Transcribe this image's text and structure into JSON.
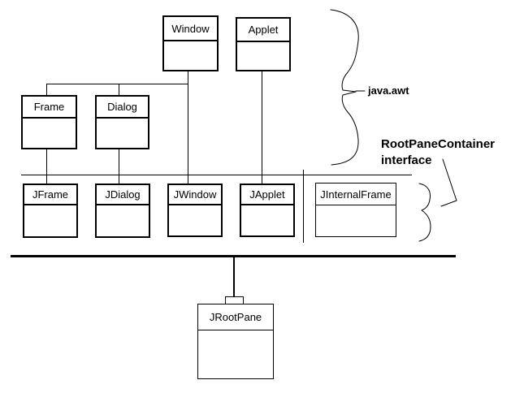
{
  "classes": {
    "window": "Window",
    "applet": "Applet",
    "frame": "Frame",
    "dialog": "Dialog",
    "jframe": "JFrame",
    "jdialog": "JDialog",
    "jwindow": "JWindow",
    "japplet": "JApplet",
    "jinternalframe": "JInternalFrame",
    "jrootpane": "JRootPane"
  },
  "annotations": {
    "java_awt": "java.awt",
    "rootpane_container": "RootPaneContainer",
    "interface_word": "interface"
  },
  "colors": {
    "ink": "#000000",
    "background": "#ffffff"
  }
}
